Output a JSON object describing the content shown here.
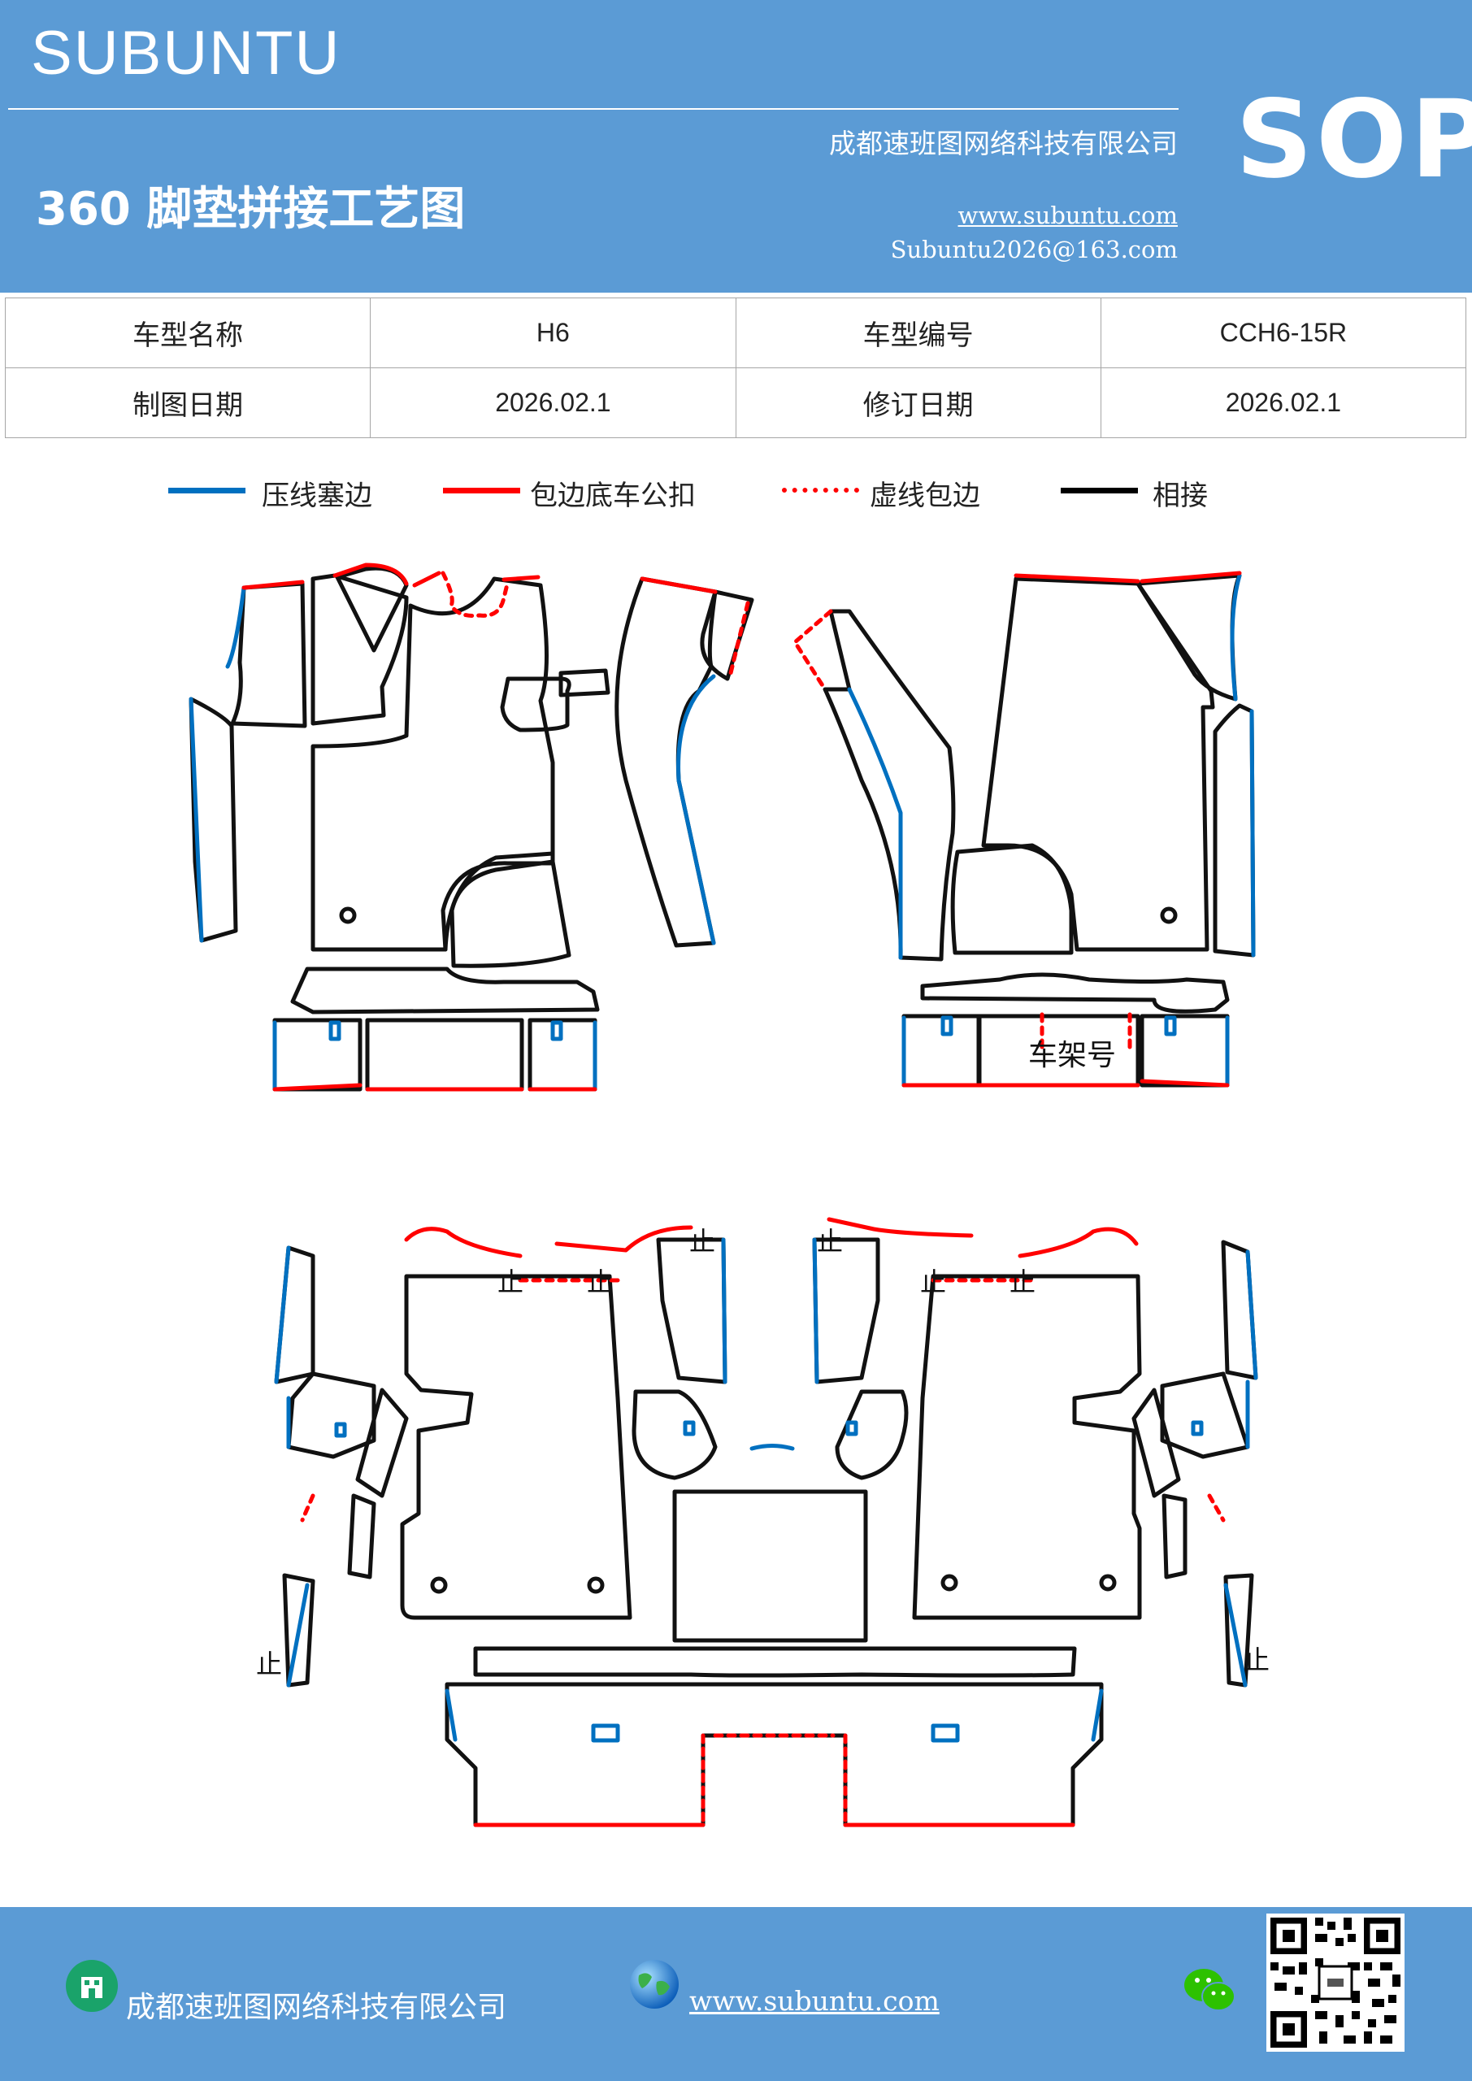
{
  "header": {
    "brand": "SUBUNTU",
    "title": "360 脚垫拼接工艺图",
    "company": "成都速班图网络科技有限公司",
    "website": "www.subuntu.com",
    "email": "Subuntu2026@163.com",
    "badge": "SOP"
  },
  "info_table": {
    "rows": [
      [
        {
          "label": "车型名称",
          "value": "H6"
        },
        {
          "label": "车型编号",
          "value": "CCH6-15R"
        }
      ],
      [
        {
          "label": "制图日期",
          "value": "2026.02.1"
        },
        {
          "label": "修订日期",
          "value": "2026.02.1"
        }
      ]
    ]
  },
  "legend": [
    {
      "label": "压线塞边",
      "color": "#0070c0",
      "style": "solid"
    },
    {
      "label": "包边底车公扣",
      "color": "#ff0000",
      "style": "solid"
    },
    {
      "label": "虚线包边",
      "color": "#ff0000",
      "style": "dotted"
    },
    {
      "label": "相接",
      "color": "#000000",
      "style": "solid"
    }
  ],
  "drawing": {
    "vin_label": "车架号",
    "stop_mark": "止"
  },
  "footer": {
    "company": "成都速班图网络科技有限公司",
    "website": "www.subuntu.com",
    "building_icon": "building-icon",
    "globe_icon": "globe-icon",
    "wechat_icon": "wechat-icon",
    "qr_icon": "qr-code-icon"
  }
}
